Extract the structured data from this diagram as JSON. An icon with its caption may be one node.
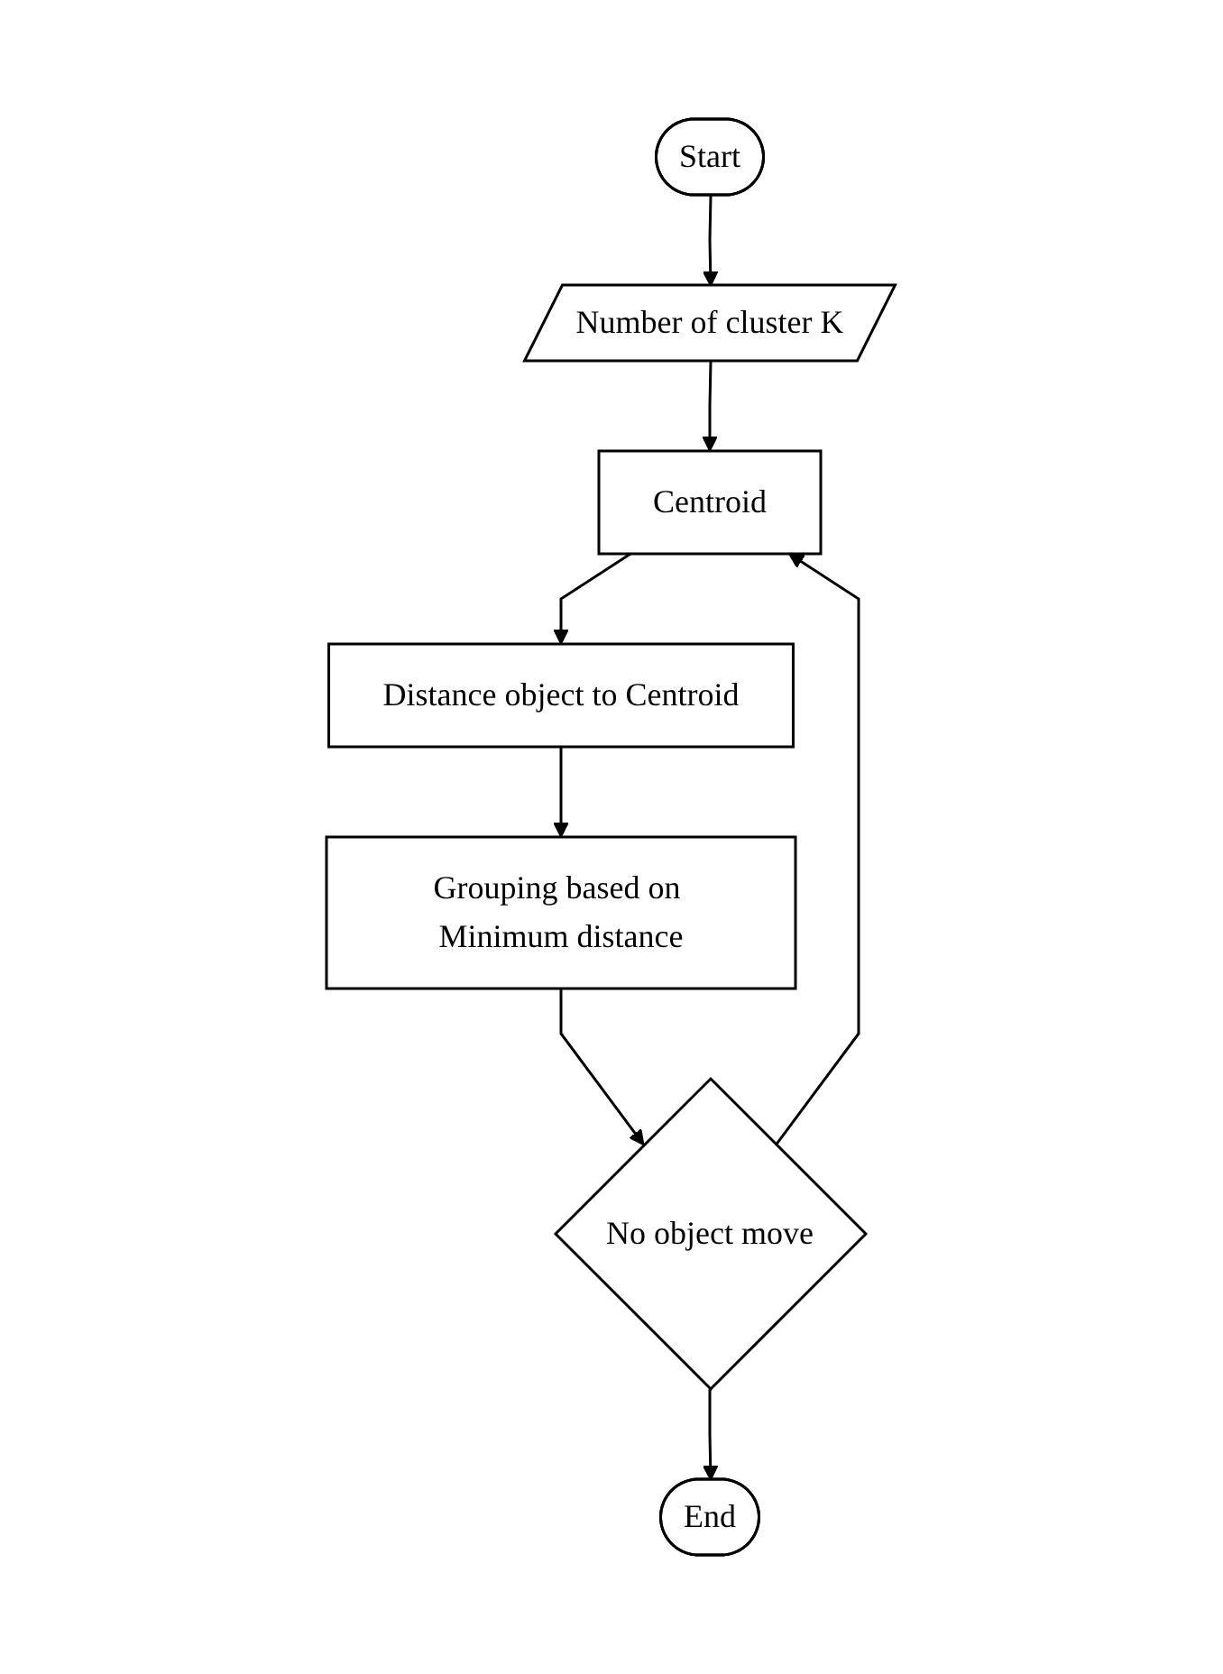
{
  "diagram": {
    "nodes": [
      {
        "text": [
          "Start"
        ]
      },
      {
        "text": [
          "Number of cluster K"
        ]
      },
      {
        "text": [
          "Centroid"
        ]
      },
      {
        "text": [
          "Distance object to Centroid"
        ]
      },
      {
        "text": [
          "Grouping based on Minimum distance"
        ]
      },
      {
        "text": [
          "No object move"
        ]
      },
      {
        "text": [
          "End"
        ]
      }
    ],
    "edges": [
      {
        "from": 0,
        "to": 1,
        "arrow": "to"
      },
      {
        "from": 1,
        "to": 2,
        "arrow": "to"
      },
      {
        "from": 2,
        "to": 3,
        "arrow": "to"
      },
      {
        "from": 3,
        "to": 4,
        "arrow": "to"
      },
      {
        "from": 4,
        "to": 5,
        "arrow": "to"
      },
      {
        "from": 5,
        "to": 2,
        "arrow": "to"
      },
      {
        "from": 5,
        "to": 6,
        "arrow": "to"
      }
    ]
  }
}
